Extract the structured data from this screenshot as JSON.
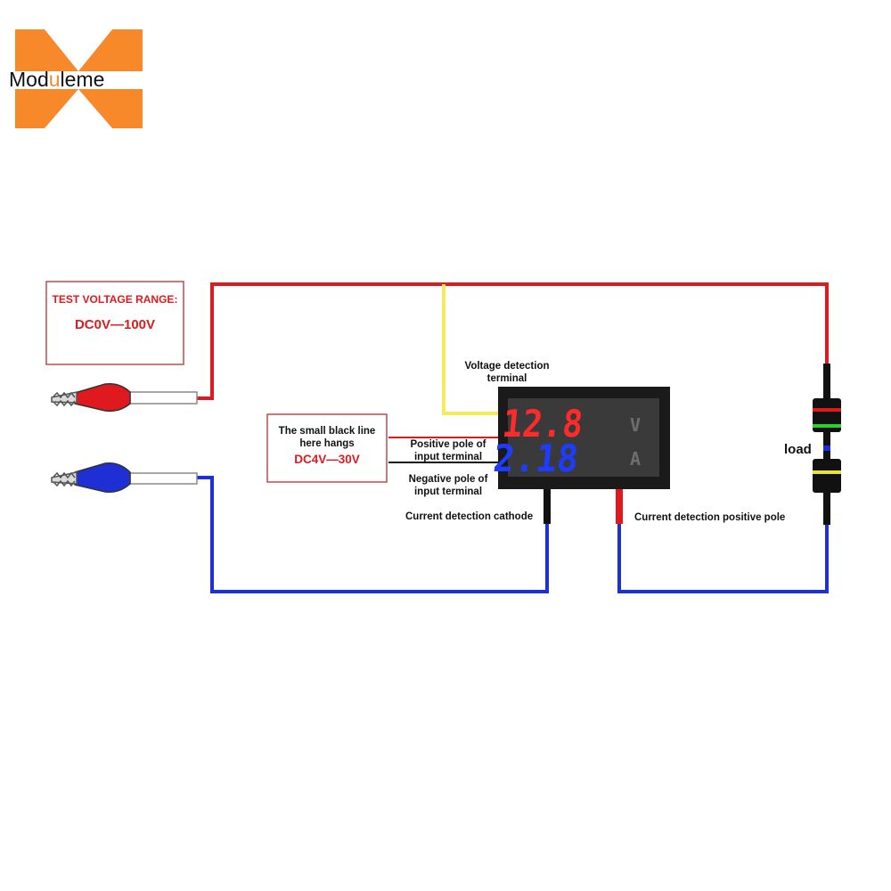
{
  "logo": {
    "text_prefix": "Mod",
    "text_highlight": "u",
    "text_suffix": "leme",
    "color_orange": "#f7892a",
    "color_text": "#111111"
  },
  "range_box": {
    "title": "TEST VOLTAGE RANGE:",
    "value": "DC0V—100V"
  },
  "note_box": {
    "line1": "The small black line",
    "line2": "here hangs",
    "value": "DC4V—30V"
  },
  "meter": {
    "voltage_reading": "12.8",
    "voltage_unit": "V",
    "current_reading": "2.18",
    "current_unit": "A"
  },
  "labels": {
    "voltage_terminal_line1": "Voltage detection",
    "voltage_terminal_line2": "terminal",
    "positive_input_line1": "Positive pole of",
    "positive_input_line2": "input terminal",
    "negative_input_line1": "Negative pole of",
    "negative_input_line2": "input terminal",
    "current_cathode": "Current detection cathode",
    "current_positive": "Current detection positive pole",
    "load": "load"
  },
  "colors": {
    "red_wire": "#e0191e",
    "blue_wire": "#1e2fd6",
    "yellow_wire": "#f5ea5a",
    "black_wire": "#111111",
    "voltage_digits": "#ff2a2a",
    "current_digits": "#1e3cff"
  }
}
